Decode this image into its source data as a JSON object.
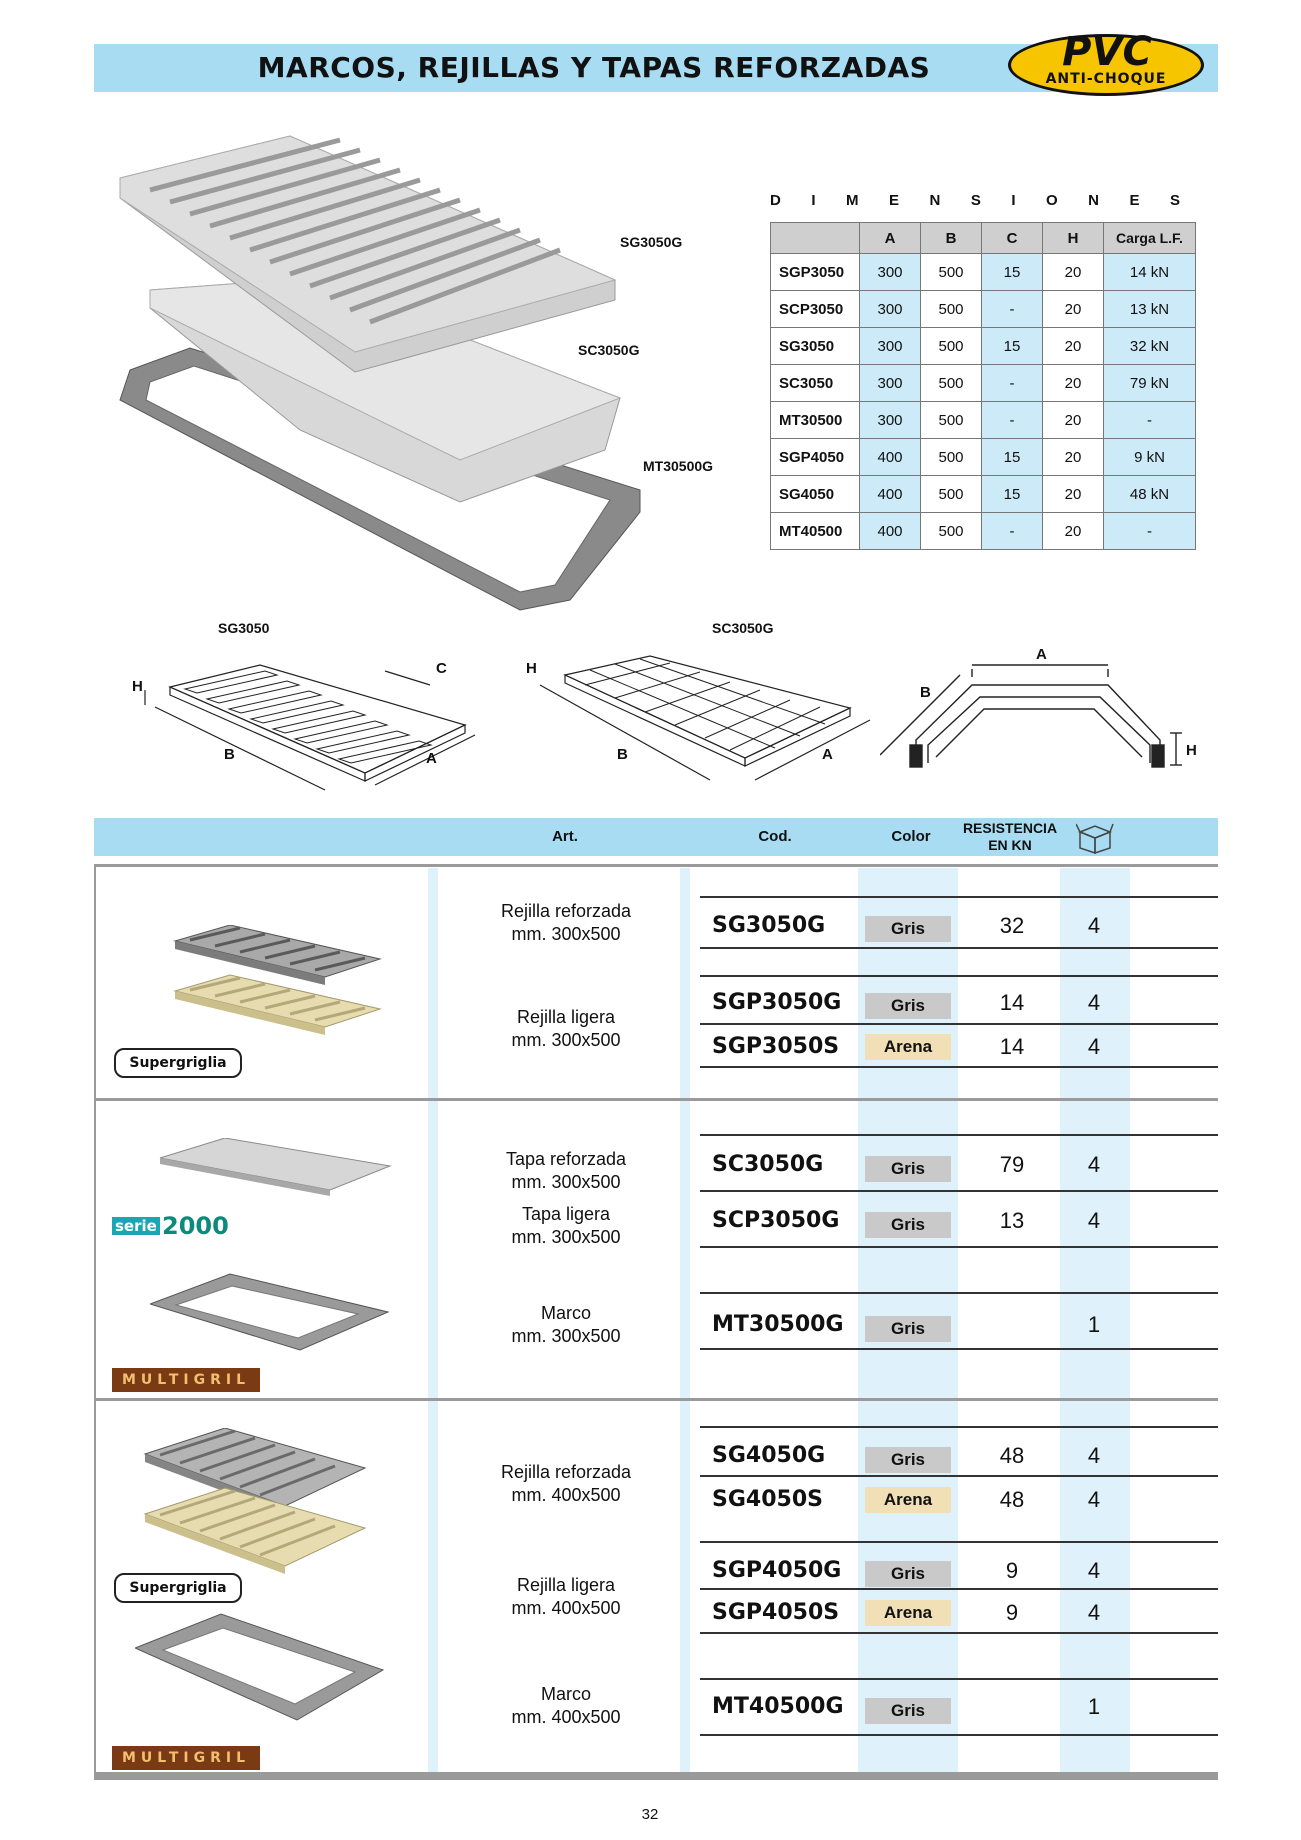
{
  "header": {
    "title": "MARCOS, REJILLAS Y TAPAS REFORZADAS",
    "badge_main": "PVC",
    "badge_sub": "ANTI-CHOQUE"
  },
  "figure_labels": {
    "sg3050g": "SG3050G",
    "sc3050g": "SC3050G",
    "mt30500g": "MT30500G"
  },
  "dimensions": {
    "title": "DIMENSIONES",
    "headers": [
      "A",
      "B",
      "C",
      "H",
      "Carga L.F."
    ],
    "rows": [
      {
        "code": "SGP3050",
        "a": "300",
        "b": "500",
        "c": "15",
        "h": "20",
        "load": "14 kN"
      },
      {
        "code": "SCP3050",
        "a": "300",
        "b": "500",
        "c": "-",
        "h": "20",
        "load": "13 kN"
      },
      {
        "code": "SG3050",
        "a": "300",
        "b": "500",
        "c": "15",
        "h": "20",
        "load": "32 kN"
      },
      {
        "code": "SC3050",
        "a": "300",
        "b": "500",
        "c": "-",
        "h": "20",
        "load": "79 kN"
      },
      {
        "code": "MT30500",
        "a": "300",
        "b": "500",
        "c": "-",
        "h": "20",
        "load": "-"
      },
      {
        "code": "SGP4050",
        "a": "400",
        "b": "500",
        "c": "15",
        "h": "20",
        "load": "9 kN"
      },
      {
        "code": "SG4050",
        "a": "400",
        "b": "500",
        "c": "15",
        "h": "20",
        "load": "48 kN"
      },
      {
        "code": "MT40500",
        "a": "400",
        "b": "500",
        "c": "-",
        "h": "20",
        "load": "-"
      }
    ]
  },
  "drawings": {
    "sg3050": {
      "name": "SG3050",
      "h": "H",
      "c": "C",
      "b": "B",
      "a": "A"
    },
    "sc3050g": {
      "name": "SC3050G",
      "h": "H",
      "b": "B",
      "a": "A"
    },
    "frame": {
      "a": "A",
      "b": "B",
      "h": "H"
    }
  },
  "table_header": {
    "art": "Art.",
    "cod": "Cod.",
    "color": "Color",
    "resistance_line1": "RESISTENCIA",
    "resistance_line2": "EN KN",
    "box_icon": "box-icon"
  },
  "brands": {
    "supergriglia": "Supergriglia",
    "serie2000_a": "serie",
    "serie2000_b": "2000",
    "multigril": "MULTIGRIL"
  },
  "products": {
    "d1": {
      "l1": "Rejilla reforzada",
      "l2": "mm. 300x500"
    },
    "d2": {
      "l1": "Rejilla ligera",
      "l2": "mm. 300x500"
    },
    "d3": {
      "l1": "Tapa reforzada",
      "l2": "mm. 300x500"
    },
    "d4": {
      "l1": "Tapa ligera",
      "l2": "mm. 300x500"
    },
    "d5": {
      "l1": "Marco",
      "l2": "mm. 300x500"
    },
    "d6": {
      "l1": "Rejilla reforzada",
      "l2": "mm. 400x500"
    },
    "d7": {
      "l1": "Rejilla ligera",
      "l2": "mm. 400x500"
    },
    "d8": {
      "l1": "Marco",
      "l2": "mm. 400x500"
    },
    "r1": {
      "code": "SG3050G",
      "color": "Gris",
      "res": "32",
      "box": "4"
    },
    "r2": {
      "code": "SGP3050G",
      "color": "Gris",
      "res": "14",
      "box": "4"
    },
    "r3": {
      "code": "SGP3050S",
      "color": "Arena",
      "res": "14",
      "box": "4"
    },
    "r4": {
      "code": "SC3050G",
      "color": "Gris",
      "res": "79",
      "box": "4"
    },
    "r5": {
      "code": "SCP3050G",
      "color": "Gris",
      "res": "13",
      "box": "4"
    },
    "r6": {
      "code": "MT30500G",
      "color": "Gris",
      "res": "",
      "box": "1"
    },
    "r7": {
      "code": "SG4050G",
      "color": "Gris",
      "res": "48",
      "box": "4"
    },
    "r8": {
      "code": "SG4050S",
      "color": "Arena",
      "res": "48",
      "box": "4"
    },
    "r9": {
      "code": "SGP4050G",
      "color": "Gris",
      "res": "9",
      "box": "4"
    },
    "r10": {
      "code": "SGP4050S",
      "color": "Arena",
      "res": "9",
      "box": "4"
    },
    "r11": {
      "code": "MT40500G",
      "color": "Gris",
      "res": "",
      "box": "1"
    }
  },
  "colors": {
    "header_blue": "#a8dcf2",
    "gris": "#c9c9c9",
    "arena": "#f1e0b6",
    "badge_yellow": "#f7c500"
  },
  "page_number": "32"
}
